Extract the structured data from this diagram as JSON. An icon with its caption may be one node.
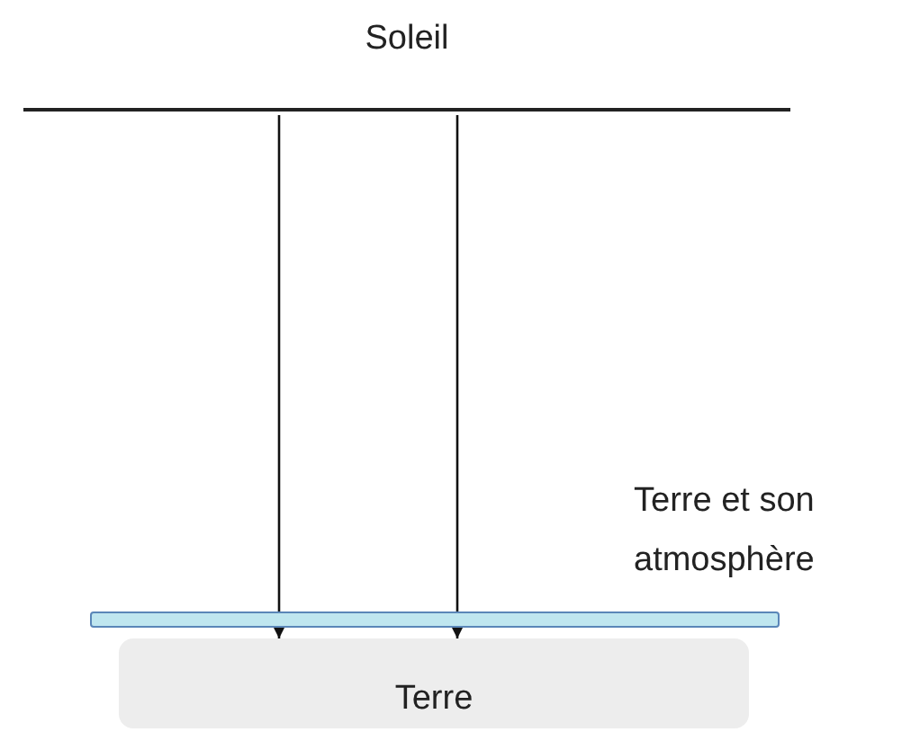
{
  "diagram": {
    "nodes": [
      {
        "text": [
          "Soleil"
        ]
      },
      {
        "text": [],
        "shape": "bar",
        "beside": [
          "Terre et son atmosphère"
        ]
      },
      {
        "text": [
          "Terre"
        ]
      }
    ],
    "edges": [
      {
        "from": 0,
        "to": 2,
        "arrow": "to"
      },
      {
        "from": 0,
        "to": 2,
        "arrow": "to"
      }
    ]
  }
}
